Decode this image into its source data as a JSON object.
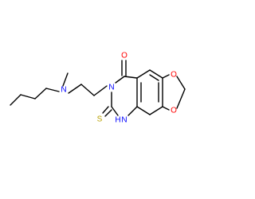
{
  "molecule": {
    "atom_labels": {
      "amine_n": "N",
      "ring_n3": "N",
      "ring_nh": "N",
      "ring_nh_h": "H",
      "carbonyl_o": "O",
      "thione_s": "S",
      "dioxole_o_top": "O",
      "dioxole_o_bottom": "O"
    },
    "colors": {
      "bond": "#000000",
      "nitrogen": "#0000FF",
      "oxygen": "#FF0000",
      "sulfur": "#B8A000",
      "carbon": "#000000"
    }
  }
}
